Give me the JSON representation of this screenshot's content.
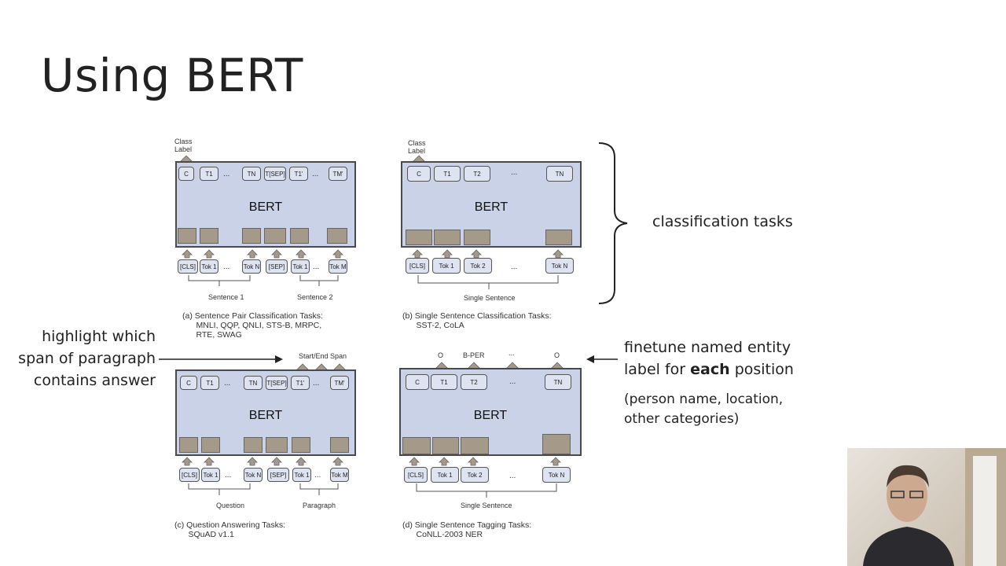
{
  "slide": {
    "title": "Using BERT"
  },
  "colors": {
    "bert_fill": "#c9d2e6",
    "embedding_fill": "#a5998a",
    "token_fill": "#dde3f0"
  },
  "panels": {
    "a": {
      "class_label": "Class\nLabel",
      "bert": "BERT",
      "outputs": [
        "C",
        "T1",
        "TN",
        "T[SEP]",
        "T1'",
        "TM'"
      ],
      "inputs": [
        "[CLS]",
        "Tok 1",
        "Tok N",
        "[SEP]",
        "Tok 1",
        "Tok M"
      ],
      "groups": [
        "Sentence 1",
        "Sentence 2"
      ],
      "caption": "(a) Sentence Pair Classification Tasks:\n      MNLI, QQP, QNLI, STS-B, MRPC,\n      RTE, SWAG"
    },
    "b": {
      "class_label": "Class\nLabel",
      "bert": "BERT",
      "outputs": [
        "C",
        "T1",
        "T2",
        "TN"
      ],
      "inputs": [
        "[CLS]",
        "Tok 1",
        "Tok 2",
        "Tok N"
      ],
      "groups": [
        "Single Sentence"
      ],
      "caption": "(b) Single Sentence Classification Tasks:\n      SST-2, CoLA"
    },
    "c": {
      "span_label": "Start/End Span",
      "bert": "BERT",
      "outputs": [
        "C",
        "T1",
        "TN",
        "T[SEP]",
        "T1'",
        "TM'"
      ],
      "inputs": [
        "[CLS]",
        "Tok 1",
        "Tok N",
        "[SEP]",
        "Tok 1",
        "Tok M"
      ],
      "groups": [
        "Question",
        "Paragraph"
      ],
      "caption": "(c) Question Answering Tasks:\n      SQuAD v1.1"
    },
    "d": {
      "tags": [
        "O",
        "B-PER",
        "...",
        "O"
      ],
      "bert": "BERT",
      "outputs": [
        "C",
        "T1",
        "T2",
        "TN"
      ],
      "inputs": [
        "[CLS]",
        "Tok 1",
        "Tok 2",
        "Tok N"
      ],
      "groups": [
        "Single Sentence"
      ],
      "caption": "(d) Single Sentence Tagging Tasks:\n      CoNLL-2003 NER"
    }
  },
  "notes": {
    "classification": "classification tasks",
    "span_line1": "highlight which",
    "span_line2": "span of paragraph",
    "span_line3": "contains answer",
    "ner_line1": "finetune named entity",
    "ner_line2_pre": "label for ",
    "ner_line2_bold": "each",
    "ner_line2_post": " position",
    "ner_sub1": "(person name, location,",
    "ner_sub2": "other categories)"
  },
  "ellipsis": "..."
}
